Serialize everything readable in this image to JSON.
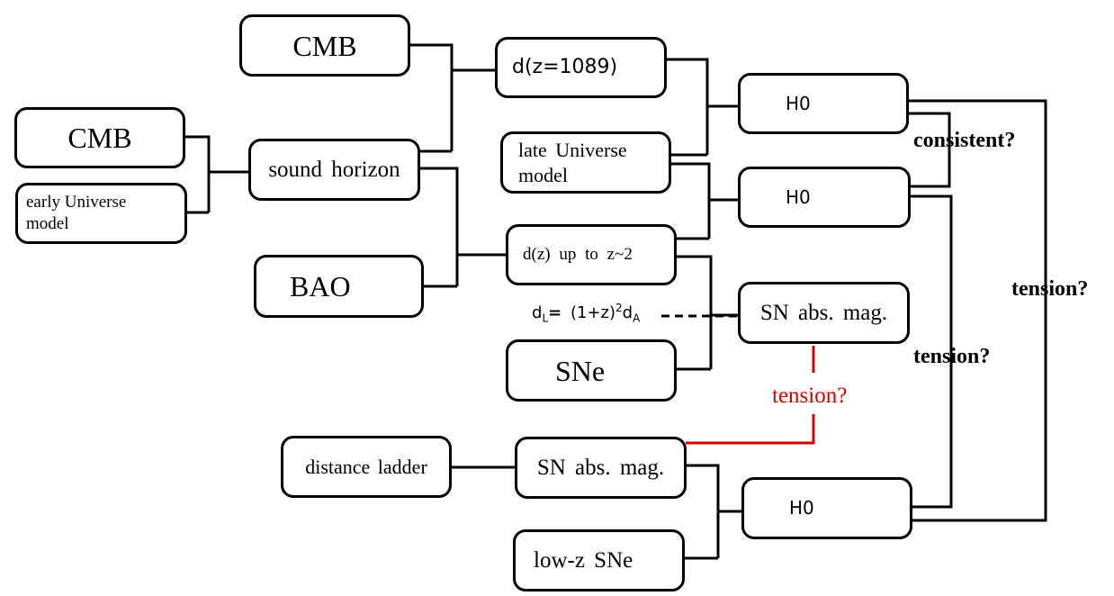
{
  "boxes": {
    "cmb_left": "CMB",
    "early_model": [
      "early Universe",
      "model"
    ],
    "cmb_top": "CMB",
    "sound_horizon": "sound horizon",
    "bao": "BAO",
    "d_1089": "d(z=1089)",
    "late_model": [
      "late Universe",
      "model"
    ],
    "d_z2": "d(z) up to z~2",
    "sne": "SNe",
    "h0_top": "H0",
    "h0_mid": "H0",
    "sn_mag_right": "SN abs. mag.",
    "distance_ladder": "distance ladder",
    "sn_mag_bottom": "SN abs. mag.",
    "lowz_sne": "low-z SNe",
    "h0_bottom": "H0"
  },
  "relation": {
    "d_main": "d",
    "d_L_sub": "L",
    "equals": "=",
    "paren": "(1+z)",
    "sup": "2",
    "d_A_main": "d",
    "d_A_sub": "A"
  },
  "questions": {
    "consistent": "consistent?",
    "tension_right": "tension?",
    "tension_middle": "tension?",
    "tension_red": "tension?"
  },
  "colors": {
    "line": "#000000",
    "highlight": "#d40000"
  }
}
